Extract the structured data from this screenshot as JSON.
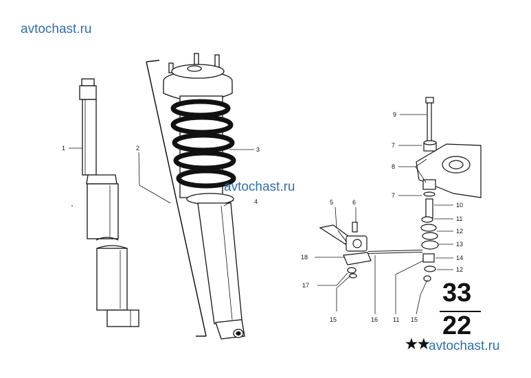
{
  "watermarks": [
    "avtochast.ru",
    "avtochast.ru",
    "avtochast.ru"
  ],
  "callouts": [
    "1",
    "2",
    "3",
    "4",
    "5",
    "6",
    "7",
    "7",
    "8",
    "9",
    "10",
    "11",
    "12",
    "13",
    "14",
    "12",
    "18",
    "17",
    "15",
    "16",
    "11",
    "15"
  ],
  "group_code_top": "33",
  "group_code_bottom": "22",
  "stars": "★★"
}
